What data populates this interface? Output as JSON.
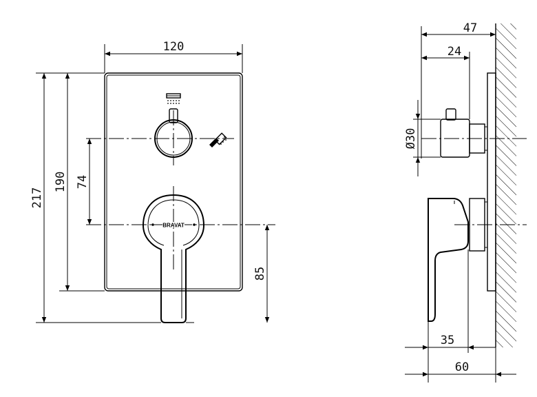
{
  "front_view": {
    "width_label": "120",
    "total_height_label": "217",
    "plate_height_label": "190",
    "axis_spacing_label": "74",
    "handle_height_label": "85",
    "brand_text": "BRAVAT"
  },
  "side_view": {
    "depth_total_label": "47",
    "depth_knob_label": "24",
    "diameter_label": "Ø30",
    "handle_depth_label": "35",
    "overall_depth_label": "60"
  }
}
